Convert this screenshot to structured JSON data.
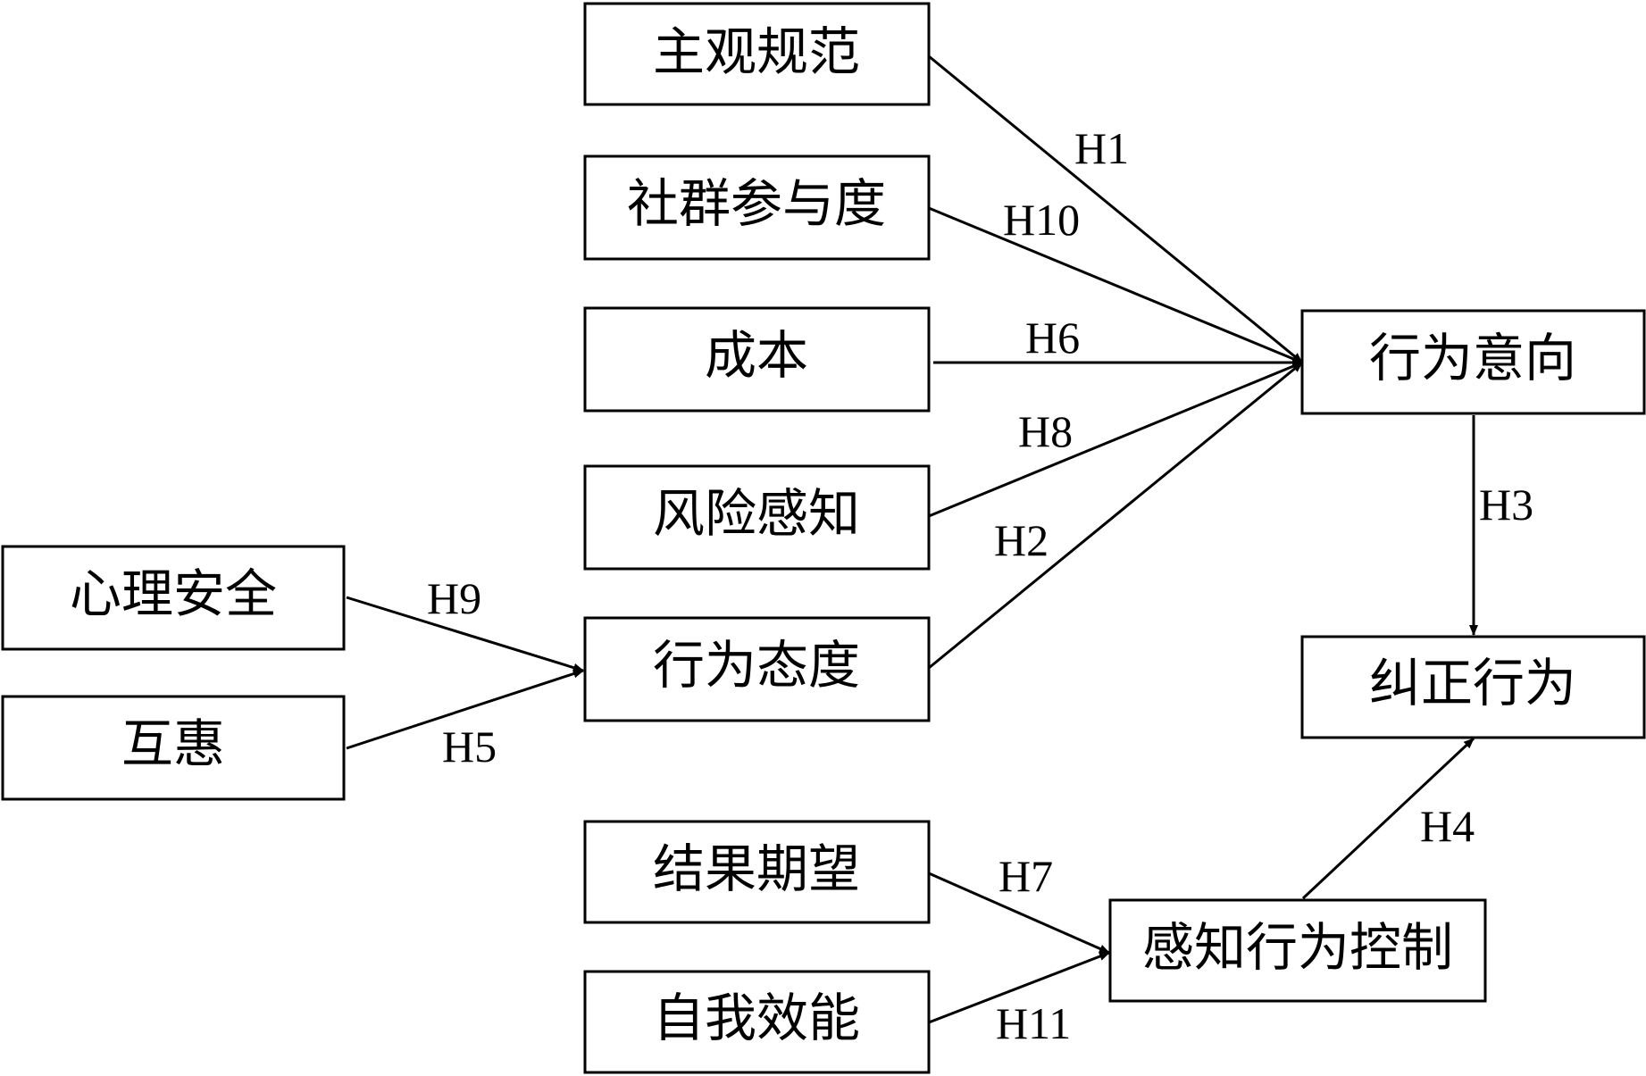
{
  "nodes": {
    "zhuguan": "主观规范",
    "shequn": "社群参与度",
    "chengben": "成本",
    "fengxian": "风险感知",
    "xingwei_taidu": "行为态度",
    "xinli": "心理安全",
    "huhui": "互惠",
    "jieguo": "结果期望",
    "ziwo": "自我效能",
    "xingwei_yixiang": "行为意向",
    "jiuzheng": "纠正行为",
    "ganzhi_kongzhi": "感知行为控制"
  },
  "edges": [
    {
      "from": "zhuguan",
      "to": "xingwei_yixiang",
      "label": "H1"
    },
    {
      "from": "shequn",
      "to": "xingwei_yixiang",
      "label": "H10"
    },
    {
      "from": "chengben",
      "to": "xingwei_yixiang",
      "label": "H6"
    },
    {
      "from": "fengxian",
      "to": "xingwei_yixiang",
      "label": "H8"
    },
    {
      "from": "xingwei_taidu",
      "to": "xingwei_yixiang",
      "label": "H2"
    },
    {
      "from": "xinli",
      "to": "xingwei_taidu",
      "label": "H9"
    },
    {
      "from": "huhui",
      "to": "xingwei_taidu",
      "label": "H5"
    },
    {
      "from": "xingwei_yixiang",
      "to": "jiuzheng",
      "label": "H3"
    },
    {
      "from": "ganzhi_kongzhi",
      "to": "jiuzheng",
      "label": "H4"
    },
    {
      "from": "jieguo",
      "to": "ganzhi_kongzhi",
      "label": "H7"
    },
    {
      "from": "ziwo",
      "to": "ganzhi_kongzhi",
      "label": "H11"
    }
  ]
}
